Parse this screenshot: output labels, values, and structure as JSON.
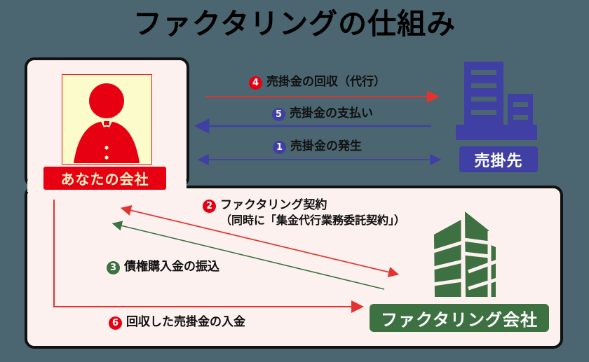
{
  "title": "ファクタリングの仕組み",
  "colors": {
    "background": "#4b6670",
    "panel": "#fdf1f0",
    "panel_border": "#111111",
    "red": "#e60012",
    "indigo": "#3f3fa4",
    "green": "#3e7141",
    "person_bg": "#fbfbcb"
  },
  "actors": {
    "your_company": {
      "label": "あなたの会社",
      "icon": "person-icon"
    },
    "customer": {
      "label": "売掛先",
      "icon": "office-building-icon"
    },
    "factoring_company": {
      "label": "ファクタリング会社",
      "icon": "modern-building-icon"
    }
  },
  "steps": [
    {
      "number": "1",
      "badge_color": "indigo",
      "label": "売掛金の発生",
      "sub_label": "",
      "arrow_color": "#3f3fa4",
      "direction": "both",
      "from": "your_company",
      "to": "customer"
    },
    {
      "number": "2",
      "badge_color": "red",
      "label": "ファクタリング契約",
      "sub_label": "（同時に「集金代行業務委託契約」）",
      "arrow_color": "#e2342f",
      "direction": "both",
      "from": "your_company",
      "to": "factoring_company"
    },
    {
      "number": "3",
      "badge_color": "green",
      "label": "債権購入金の振込",
      "sub_label": "",
      "arrow_color": "#3e7141",
      "direction": "left",
      "from": "factoring_company",
      "to": "your_company"
    },
    {
      "number": "4",
      "badge_color": "red",
      "label": "売掛金の回収（代行）",
      "sub_label": "",
      "arrow_color": "#e2342f",
      "direction": "right",
      "from": "your_company",
      "to": "customer"
    },
    {
      "number": "5",
      "badge_color": "indigo",
      "label": "売掛金の支払い",
      "sub_label": "",
      "arrow_color": "#3f3fa4",
      "direction": "left",
      "from": "customer",
      "to": "your_company"
    },
    {
      "number": "6",
      "badge_color": "red",
      "label": "回収した売掛金の入金",
      "sub_label": "",
      "arrow_color": "#e2342f",
      "direction": "right",
      "from": "your_company",
      "to": "factoring_company"
    }
  ]
}
